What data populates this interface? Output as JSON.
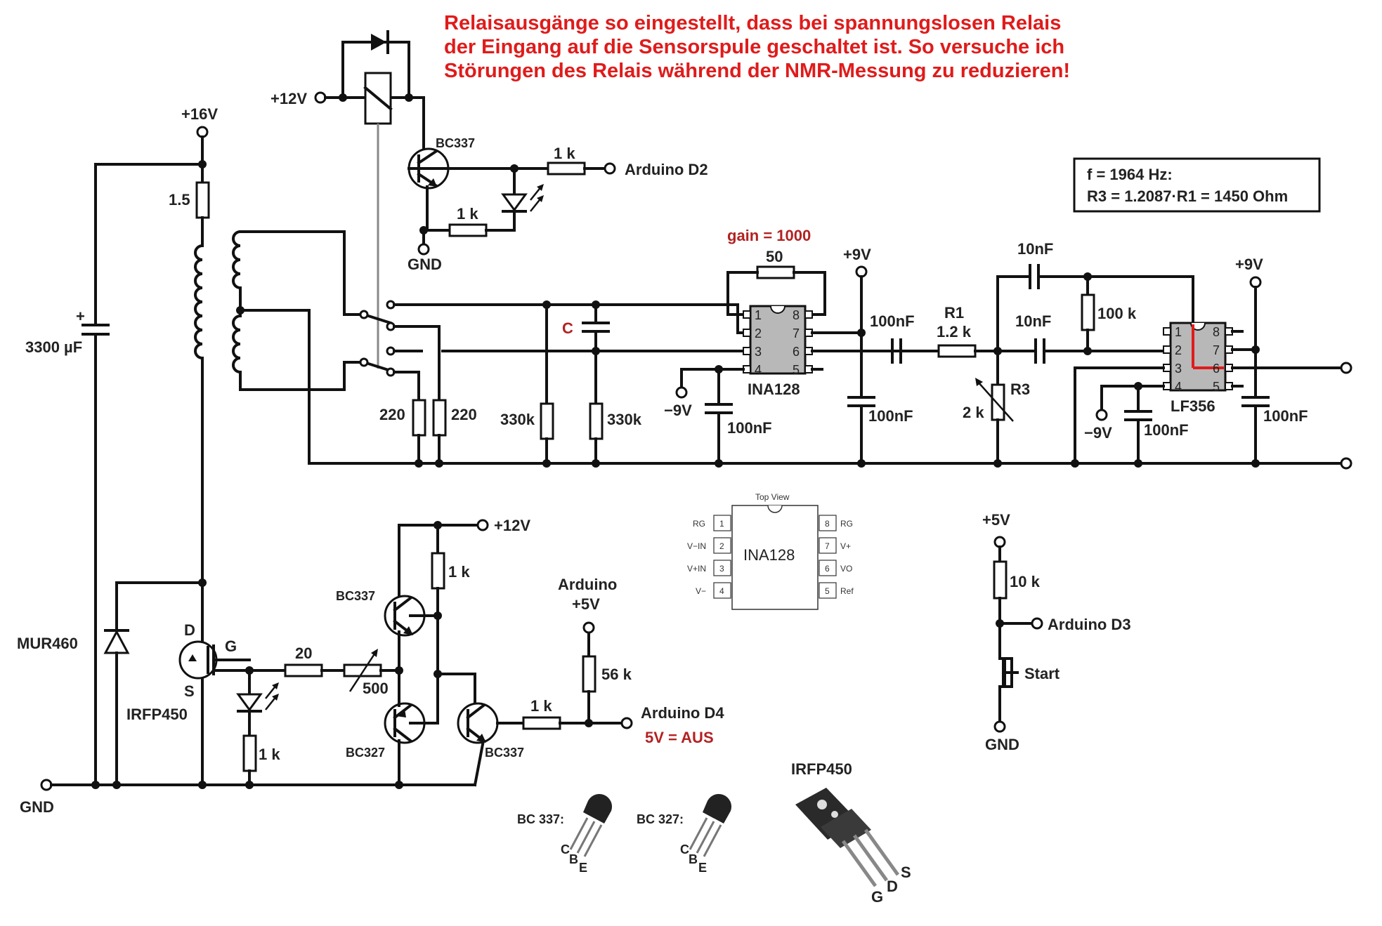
{
  "note": {
    "lines": [
      "Relaisausgänge so eingestellt, dass bei spannungslosen Relais",
      "der Eingang auf die Sensorspule geschaltet ist. So versuche ich",
      "Störungen des Relais während der NMR-Messung zu reduzieren!"
    ],
    "color": "#e01b1b"
  },
  "formula_box": {
    "line1": "f = 1964 Hz:",
    "line2": "R3 = 1.2087·R1 = 1450 Ohm"
  },
  "gain_label": "gain = 1000",
  "rails": {
    "plus16": "+16V",
    "plus12_top": "+12V",
    "plus12_bottom": "+12V",
    "plus9_a": "+9V",
    "plus9_b": "+9V",
    "minus9_a": "−9V",
    "minus9_b": "−9V",
    "plus5": "+5V",
    "arduino_5v_line1": "Arduino",
    "arduino_5v_line2": "+5V",
    "gnd_relay": "GND",
    "gnd_main": "GND",
    "gnd_start": "GND"
  },
  "arduino": {
    "d2": "Arduino D2",
    "d3": "Arduino D3",
    "d4": "Arduino D4",
    "d4_note": "5V = AUS"
  },
  "components": {
    "cap_3300": "3300 µF",
    "cap_plus": "+",
    "r_1_5": "1.5",
    "bc337_relay": "BC337",
    "r_1k_d2": "1 k",
    "r_1k_led": "1 k",
    "r220_a": "220",
    "r220_b": "220",
    "r330k_a": "330k",
    "r330k_b": "330k",
    "cap_c": "C",
    "r50": "50",
    "ina128": "INA128",
    "cap_100nF_ina": "100nF",
    "cap_100nF_out": "100nF",
    "cap_100nF_gnd": "100nF",
    "r1_name": "R1",
    "r1_value": "1.2 k",
    "cap_10nF_top": "10nF",
    "cap_10nF_mid": "10nF",
    "r_100k": "100 k",
    "r3_name": "R3",
    "r3_value": "2 k",
    "lf356": "LF356",
    "cap_100nF_lf": "100nF",
    "cap_100nF_rail": "100nF",
    "mur460": "MUR460",
    "irfp450": "IRFP450",
    "mos_d": "D",
    "mos_g": "G",
    "mos_s": "S",
    "r20": "20",
    "pot500": "500",
    "r_1k_bot": "1 k",
    "bc337_drv": "BC337",
    "r_1k_top": "1 k",
    "bc327": "BC327",
    "bc337_d4": "BC337",
    "r_1k_d4": "1 k",
    "r56k": "56 k",
    "r10k": "10 k",
    "start": "Start"
  },
  "ina128_pinout": {
    "top_view": "Top View",
    "name": "INA128",
    "left_pins": [
      "1",
      "2",
      "3",
      "4"
    ],
    "right_pins": [
      "8",
      "7",
      "6",
      "5"
    ],
    "left_labels": [
      "RG",
      "V−IN",
      "V+IN",
      "V−"
    ],
    "right_labels": [
      "RG",
      "V+",
      "VO",
      "Ref"
    ]
  },
  "ic_pins": {
    "left": [
      "1",
      "2",
      "3",
      "4"
    ],
    "right": [
      "8",
      "7",
      "6",
      "5"
    ]
  },
  "packages": {
    "bc337_label": "BC 337:",
    "bc327_label": "BC 327:",
    "irfp450_label": "IRFP450",
    "pins_cbe": [
      "C",
      "B",
      "E"
    ],
    "pins_gds": [
      "G",
      "D",
      "S"
    ]
  }
}
